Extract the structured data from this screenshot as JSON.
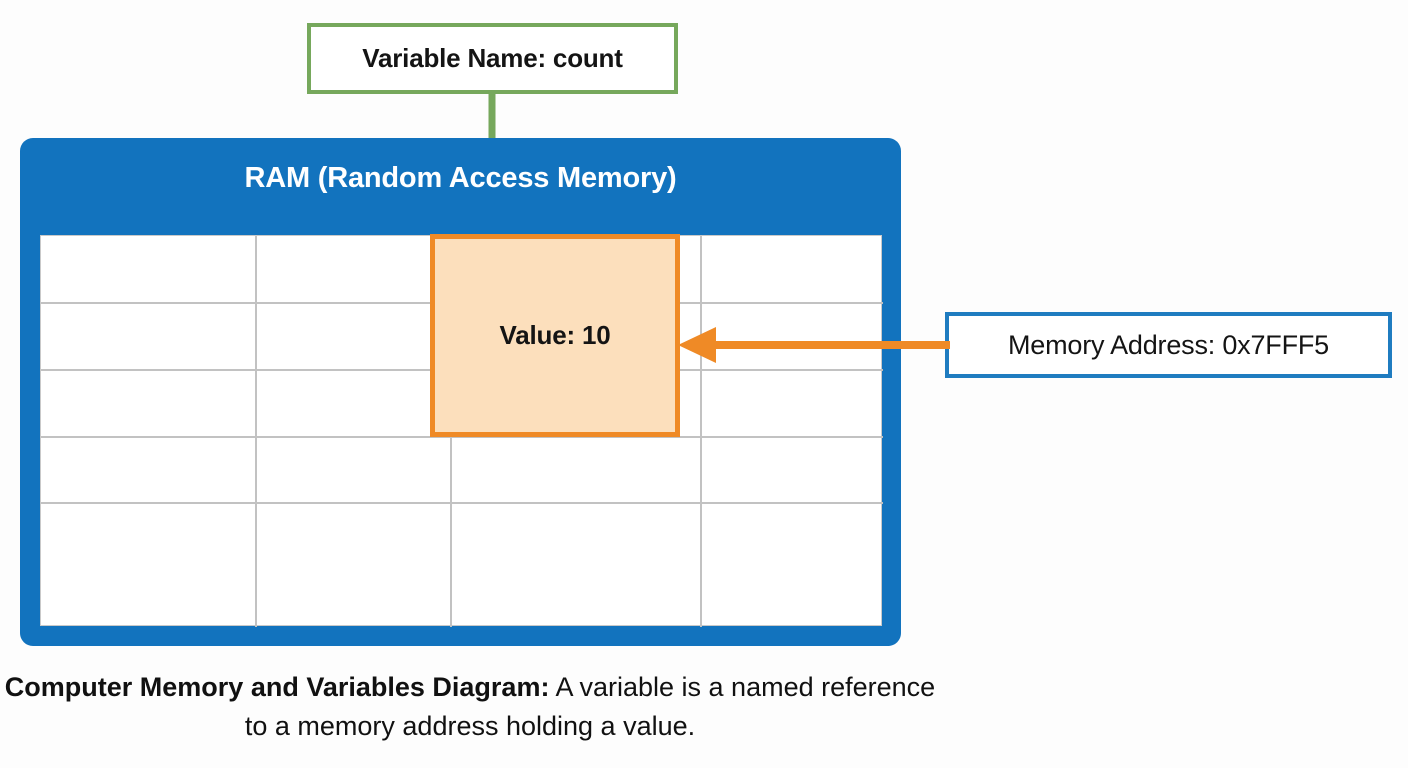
{
  "diagram": {
    "variable_callout": {
      "label": "Variable Name: count",
      "border_color": "#76a85c",
      "icon_name": "down-arrow-green"
    },
    "ram_panel": {
      "title": "RAM (Random Access Memory)",
      "background_color": "#1273be",
      "grid": {
        "columns": 4,
        "rows": 5,
        "cell_values": [
          [
            "",
            "",
            "",
            ""
          ],
          [
            "",
            "",
            "",
            ""
          ],
          [
            "",
            "",
            "",
            ""
          ],
          [
            "",
            "",
            "",
            ""
          ],
          [
            "",
            "",
            "",
            ""
          ]
        ]
      },
      "highlighted_cell": {
        "label": "Value: 10",
        "fill_color": "#fcdfbc",
        "border_color": "#ef8a26",
        "column_index": 3,
        "row_span": "1-3"
      }
    },
    "address_callout": {
      "label": "Memory Address: 0x7FFF5",
      "border_color": "#1f7cc0",
      "icon_name": "left-arrow-orange"
    },
    "caption": {
      "bold_prefix": "Computer Memory and Variables Diagram:",
      "rest": " A variable is a named reference to a memory address holding a value."
    }
  }
}
